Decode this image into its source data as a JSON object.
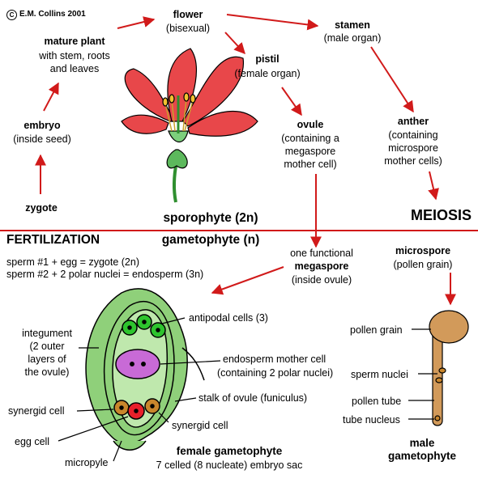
{
  "credit": {
    "symbol": "C",
    "text": "E.M. Collins 2001"
  },
  "labels": {
    "flower_title": "flower",
    "flower_sub": "(bisexual)",
    "stamen_title": "stamen",
    "stamen_sub": "(male organ)",
    "mature_title": "mature plant",
    "mature_sub1": "with stem, roots",
    "mature_sub2": "and leaves",
    "pistil_title": "pistil",
    "pistil_sub": "(female organ)",
    "ovule_title": "ovule",
    "ovule_sub1": "(containing a",
    "ovule_sub2": "megaspore",
    "ovule_sub3": "mother cell)",
    "anther_title": "anther",
    "anther_sub1": "(containing",
    "anther_sub2": "microspore",
    "anther_sub3": "mother cells)",
    "embryo_title": "embryo",
    "embryo_sub": "(inside seed)",
    "zygote": "zygote",
    "sporophyte": "sporophyte (2n)",
    "meiosis": "MEIOSIS",
    "fertilization": "FERTILIZATION",
    "gametophyte": "gametophyte (n)",
    "sperm1": "sperm #1 + egg = zygote (2n)",
    "sperm2": "sperm #2 + 2 polar nuclei = endosperm (3n)",
    "megaspore_pre": "one functional",
    "megaspore_title": "megaspore",
    "megaspore_sub": "(inside ovule)",
    "microspore_title": "microspore",
    "microspore_sub": "(pollen grain)",
    "antipodal": "antipodal cells (3)",
    "integument1": "integument",
    "integument2": "(2 outer",
    "integument3": "layers of",
    "integument4": "the ovule)",
    "endosperm1": "endosperm mother cell",
    "endosperm2": "(containing 2 polar nuclei)",
    "stalk": "stalk of ovule (funiculus)",
    "synergid_left": "synergid cell",
    "synergid_right": "synergid cell",
    "egg": "egg cell",
    "micropyle": "micropyle",
    "female_title": "female gametophyte",
    "female_sub": "7 celled (8 nucleate) embryo sac",
    "pollen_grain": "pollen grain",
    "sperm_nuclei": "sperm nuclei",
    "pollen_tube": "pollen tube",
    "tube_nucleus": "tube nucleus",
    "male_title1": "male",
    "male_title2": "gametophyte"
  },
  "colors": {
    "arrow": "#d11a1a",
    "petal": "#e8474a",
    "stem": "#2f8f2f",
    "ovule": "#8fd07a",
    "antipodal": "#2ec42e",
    "endosperm": "#c86ad6",
    "synergid": "#c9862c",
    "egg": "#e8202a",
    "pollen": "#d29a5a"
  }
}
